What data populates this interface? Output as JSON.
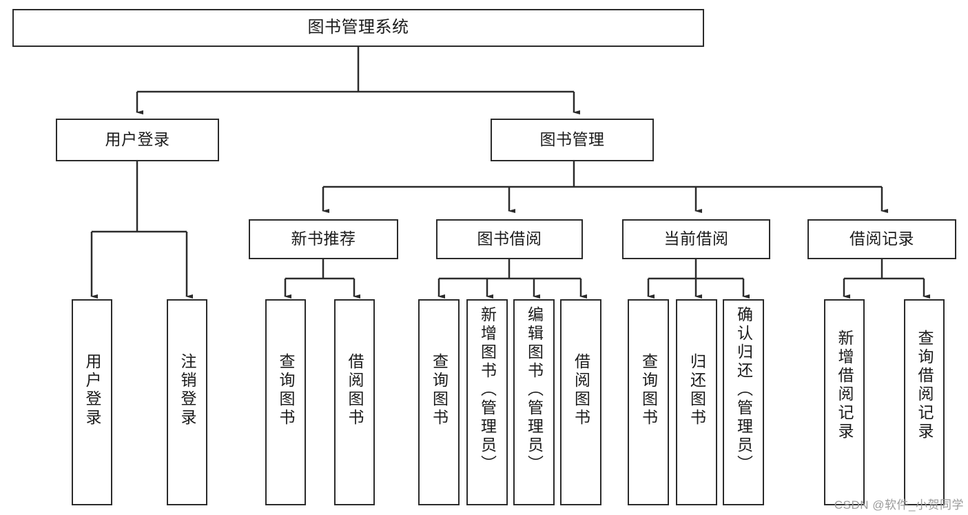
{
  "diagram": {
    "title": "图书管理系统",
    "type": "hierarchy-tree",
    "watermark": "CSDN @软件_小贺同学",
    "colors": {
      "box_border": "#2b2b2b",
      "box_fill": "#ffffff",
      "connector": "#2b2b2b",
      "watermark": "#9a9a9a"
    },
    "levels": {
      "root": "图书管理系统",
      "level2": [
        "用户登录",
        "图书管理"
      ],
      "level3": [
        "新书推荐",
        "图书借阅",
        "当前借阅",
        "借阅记录"
      ]
    },
    "nodes": {
      "root": {
        "label": "图书管理系统"
      },
      "user_login": {
        "label": "用户登录"
      },
      "book_manage": {
        "label": "图书管理"
      },
      "new_book_rec": {
        "label": "新书推荐"
      },
      "book_borrow": {
        "label": "图书借阅"
      },
      "current_borrow": {
        "label": "当前借阅"
      },
      "borrow_record": {
        "label": "借阅记录"
      },
      "leaf_user_login": {
        "label": "用户登录"
      },
      "leaf_logout": {
        "label": "注销登录"
      },
      "leaf_query_book_a": {
        "label": "查询图书"
      },
      "leaf_borrow_book_a": {
        "label": "借阅图书"
      },
      "leaf_query_book_b": {
        "label": "查询图书"
      },
      "leaf_add_book": {
        "label": "新增图书（管理员）"
      },
      "leaf_edit_book": {
        "label": "编辑图书（管理员）"
      },
      "leaf_borrow_book_b": {
        "label": "借阅图书"
      },
      "leaf_query_book_c": {
        "label": "查询图书"
      },
      "leaf_return_book": {
        "label": "归还图书"
      },
      "leaf_confirm_return": {
        "label": "确认归还（管理员）"
      },
      "leaf_add_record": {
        "label": "新增借阅记录"
      },
      "leaf_query_record": {
        "label": "查询借阅记录"
      }
    },
    "edges": [
      {
        "from": "root",
        "to": "user_login"
      },
      {
        "from": "root",
        "to": "book_manage"
      },
      {
        "from": "user_login",
        "to": "leaf_user_login"
      },
      {
        "from": "user_login",
        "to": "leaf_logout"
      },
      {
        "from": "book_manage",
        "to": "new_book_rec"
      },
      {
        "from": "book_manage",
        "to": "book_borrow"
      },
      {
        "from": "book_manage",
        "to": "current_borrow"
      },
      {
        "from": "book_manage",
        "to": "borrow_record"
      },
      {
        "from": "new_book_rec",
        "to": "leaf_query_book_a"
      },
      {
        "from": "new_book_rec",
        "to": "leaf_borrow_book_a"
      },
      {
        "from": "book_borrow",
        "to": "leaf_query_book_b"
      },
      {
        "from": "book_borrow",
        "to": "leaf_add_book"
      },
      {
        "from": "book_borrow",
        "to": "leaf_edit_book"
      },
      {
        "from": "book_borrow",
        "to": "leaf_borrow_book_b"
      },
      {
        "from": "current_borrow",
        "to": "leaf_query_book_c"
      },
      {
        "from": "current_borrow",
        "to": "leaf_return_book"
      },
      {
        "from": "current_borrow",
        "to": "leaf_confirm_return"
      },
      {
        "from": "borrow_record",
        "to": "leaf_add_record"
      },
      {
        "from": "borrow_record",
        "to": "leaf_query_record"
      }
    ]
  }
}
